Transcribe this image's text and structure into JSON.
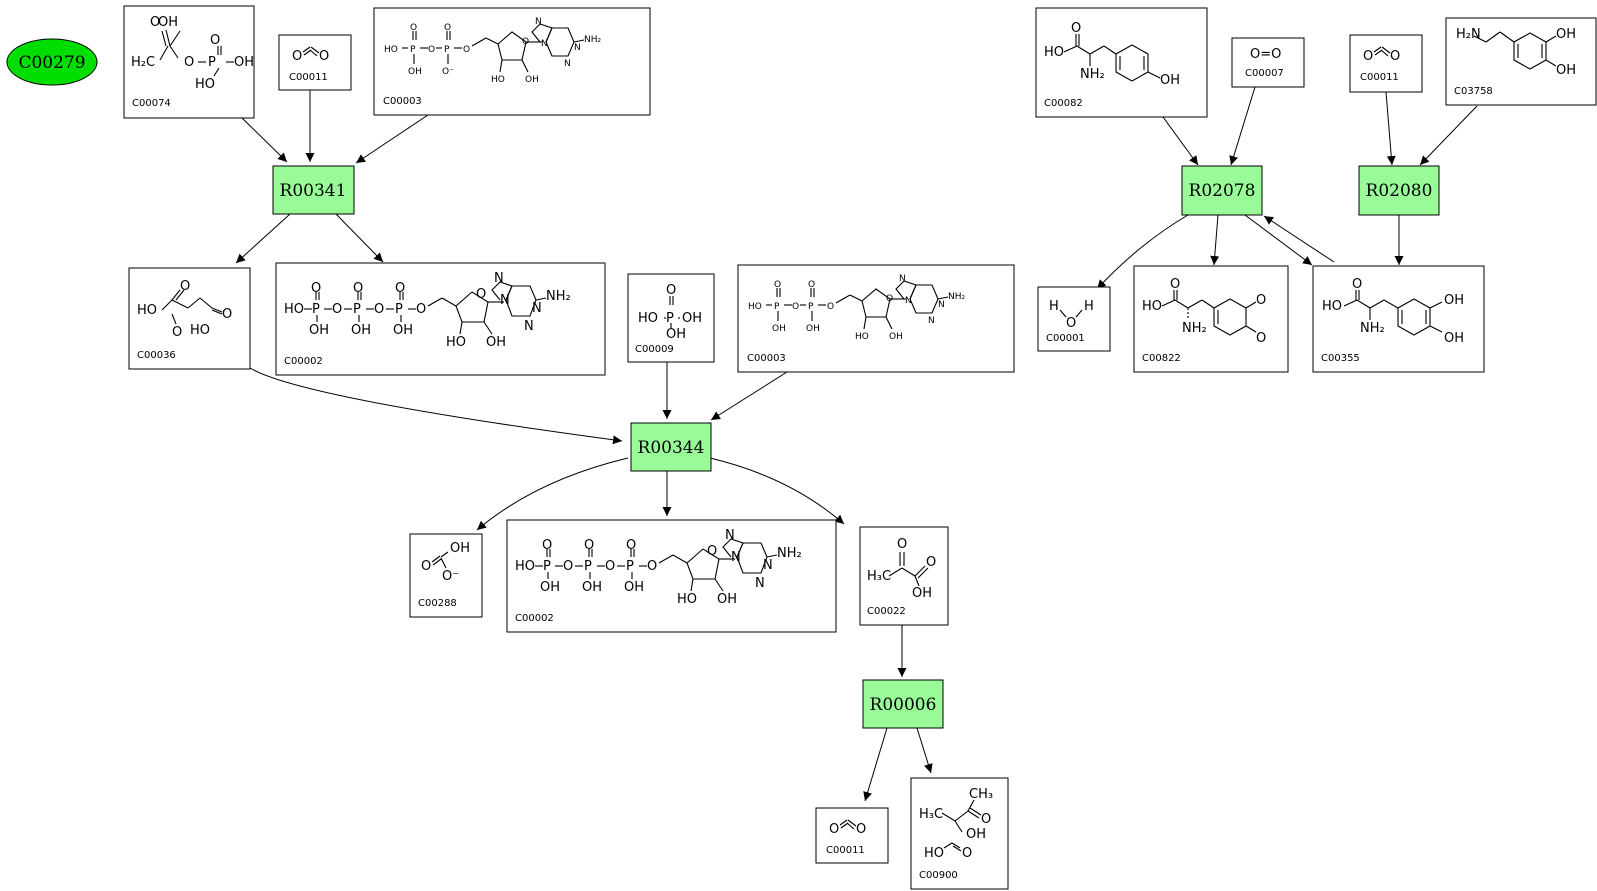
{
  "start_node": {
    "label": "C00279",
    "color": "#00dd00"
  },
  "reaction_color": "#98fb98",
  "reactions": [
    {
      "id": "R00341",
      "label": "R00341"
    },
    {
      "id": "R00344",
      "label": "R00344"
    },
    {
      "id": "R00006",
      "label": "R00006"
    },
    {
      "id": "R02078",
      "label": "R02078"
    },
    {
      "id": "R02080",
      "label": "R02080"
    }
  ],
  "compounds": [
    {
      "id": "n1",
      "label": "C00074",
      "atoms": [
        "OH",
        "O",
        "H₂C",
        "O",
        "P",
        "OH",
        "O",
        "HO"
      ]
    },
    {
      "id": "n2",
      "label": "C00011",
      "atoms": [
        "O",
        "O"
      ]
    },
    {
      "id": "n3",
      "label": "C00003",
      "atoms": [
        "O",
        "O",
        "HO",
        "P",
        "O",
        "P",
        "O",
        "OH",
        "O⁻",
        "O",
        "N",
        "N",
        "N",
        "N",
        "NH₂",
        "HO",
        "OH"
      ]
    },
    {
      "id": "n4",
      "label": "C00036",
      "atoms": [
        "O",
        "HO",
        "O",
        "HO",
        "O"
      ]
    },
    {
      "id": "n5",
      "label": "C00002",
      "atoms": [
        "O",
        "O",
        "O",
        "HO",
        "P",
        "O",
        "P",
        "O",
        "P",
        "O",
        "OH",
        "OH",
        "OH",
        "O",
        "N",
        "N",
        "N",
        "N",
        "NH₂",
        "HO",
        "OH"
      ]
    },
    {
      "id": "n6",
      "label": "C00009",
      "atoms": [
        "O",
        "HO",
        "P",
        "OH",
        "OH"
      ]
    },
    {
      "id": "n7",
      "label": "C00003",
      "atoms": [
        "O",
        "O",
        "HO",
        "P",
        "O",
        "P",
        "O",
        "OH",
        "OH",
        "O",
        "N",
        "N",
        "N",
        "N",
        "NH₂",
        "HO",
        "OH"
      ]
    },
    {
      "id": "n8",
      "label": "C00288",
      "atoms": [
        "OH",
        "O",
        "O⁻"
      ]
    },
    {
      "id": "n9",
      "label": "C00002",
      "atoms": [
        "O",
        "O",
        "O",
        "HO",
        "P",
        "O",
        "P",
        "O",
        "P",
        "O",
        "OH",
        "OH",
        "OH",
        "O",
        "N",
        "N",
        "N",
        "N",
        "NH₂",
        "HO",
        "OH"
      ]
    },
    {
      "id": "n10",
      "label": "C00022",
      "atoms": [
        "O",
        "H₃C",
        "O",
        "OH"
      ]
    },
    {
      "id": "n11",
      "label": "C00011",
      "atoms": [
        "O",
        "O"
      ]
    },
    {
      "id": "n12",
      "label": "C00900",
      "atoms": [
        "CH₃",
        "H₃C",
        "O",
        "OH",
        "HO",
        "O"
      ]
    },
    {
      "id": "n13",
      "label": "C00082",
      "atoms": [
        "O",
        "HO",
        "NH₂",
        "OH"
      ]
    },
    {
      "id": "n14",
      "label": "C00007",
      "atoms": [
        "O=O"
      ]
    },
    {
      "id": "n15",
      "label": "C00011",
      "atoms": [
        "O",
        "O"
      ]
    },
    {
      "id": "n16",
      "label": "C03758",
      "atoms": [
        "H₂N",
        "OH",
        "OH"
      ]
    },
    {
      "id": "n17",
      "label": "C00001",
      "atoms": [
        "H",
        "O",
        "H"
      ]
    },
    {
      "id": "n18",
      "label": "C00822",
      "atoms": [
        "O",
        "HO",
        "NH₂",
        "O",
        "O"
      ]
    },
    {
      "id": "n19",
      "label": "C00355",
      "atoms": [
        "O",
        "HO",
        "NH₂",
        "OH",
        "OH"
      ]
    }
  ]
}
